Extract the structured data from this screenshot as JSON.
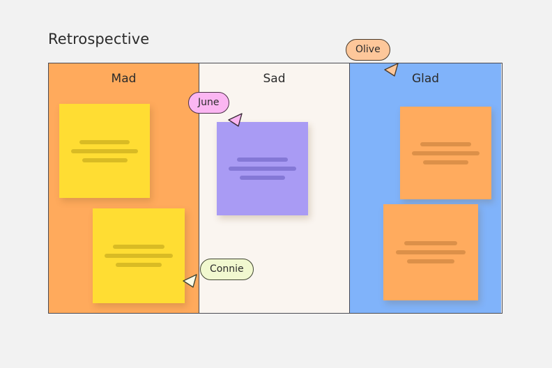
{
  "page": {
    "title": "Retrospective",
    "background_color": "#f2f2f2"
  },
  "board": {
    "border_color": "#4a4a52",
    "columns": [
      {
        "id": "mad",
        "title": "Mad",
        "background_color": "#ffaa5c",
        "notes": [
          {
            "id": "mad-note-1",
            "color": "#ffdd33",
            "line_color": "#d9bb24",
            "lines": 3
          },
          {
            "id": "mad-note-2",
            "color": "#ffdd33",
            "line_color": "#d9bb24",
            "lines": 3
          }
        ]
      },
      {
        "id": "sad",
        "title": "Sad",
        "background_color": "#faf5f0",
        "notes": [
          {
            "id": "sad-note-1",
            "color": "#a99bf4",
            "line_color": "#8478d6",
            "lines": 3
          }
        ]
      },
      {
        "id": "glad",
        "title": "Glad",
        "background_color": "#80b3fa",
        "notes": [
          {
            "id": "glad-note-1",
            "color": "#ffab5e",
            "line_color": "#dc9049",
            "lines": 3
          },
          {
            "id": "glad-note-2",
            "color": "#ffab5e",
            "line_color": "#dc9049",
            "lines": 3
          }
        ]
      }
    ]
  },
  "cursors": [
    {
      "id": "june",
      "name": "June",
      "pill_color": "#fbb6f2",
      "arrow_color": "#fbb6f2"
    },
    {
      "id": "olive",
      "name": "Olive",
      "pill_color": "#fdc79a",
      "arrow_color": "#fdc79a"
    },
    {
      "id": "connie",
      "name": "Connie",
      "pill_color": "#f1f8cf",
      "arrow_color": "#fbfde9"
    }
  ]
}
